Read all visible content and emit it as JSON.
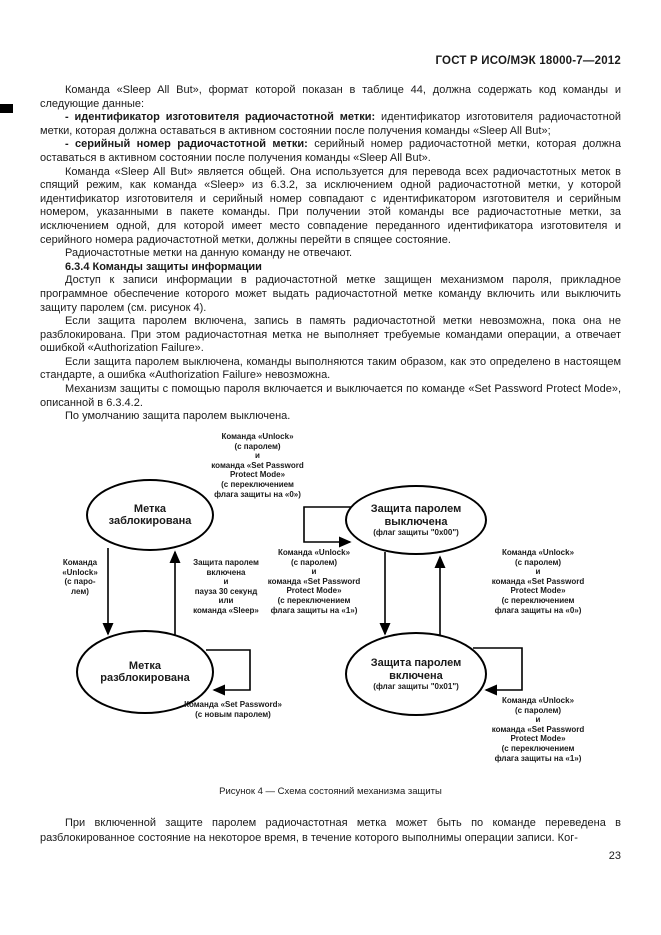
{
  "header": {
    "title": "ГОСТ Р ИСО/МЭК 18000-7—2012"
  },
  "body": {
    "p1": "Команда «Sleep All But», формат которой показан в таблице 44, должна содержать код команды и следующие данные:",
    "p2_bold": "- идентификатор изготовителя радиочастотной метки:",
    "p2_rest": " идентификатор изготовителя радиочастотной метки, которая должна оставаться в активном состоянии после получения команды «Sleep All But»;",
    "p3_bold": "- серийный номер радиочастотной метки:",
    "p3_rest": " серийный номер радиочастотной метки, которая должна оставаться в активном состоянии после получения команды «Sleep All But».",
    "p4": "Команда «Sleep All But» является общей. Она используется для перевода всех радиочастотных меток в спящий режим, как команда «Sleep» из 6.3.2, за исключением одной радиочастотной метки, у которой идентификатор изготовителя и серийный номер совпадают с идентификатором изготовителя и серийным номером, указанными в пакете команды. При получении этой команды все радиочастотные метки, за исключением одной, для которой имеет место совпадение переданного идентификатора изготовителя и серийного номера радиочастотной метки, должны перейти в спящее состояние.",
    "p5": "Радиочастотные метки на данную команду не отвечают.",
    "heading_634": "6.3.4 Команды защиты информации",
    "p6": "Доступ к записи информации в радиочастотной метке защищен механизмом пароля, прикладное программное обеспечение которого может выдать радиочастотной метке команду включить или выключить защиту паролем (см. рисунок 4).",
    "p7": "Если защита паролем включена, запись в память радиочастотной метки невозможна, пока она не разблокирована. При этом радиочастотная метка не выполняет требуемые командами операции, а отвечает ошибкой «Authorization Failure».",
    "p8": "Если защита паролем выключена, команды выполняются таким образом, как это определено в настоящем стандарте, а ошибка «Authorization Failure» невозможна.",
    "p9": "Механизм защиты с помощью пароля включается и выключается по команде «Set Password Protect Mode», описанной в 6.3.4.2.",
    "p10": "По умолчанию защита паролем выключена."
  },
  "figure": {
    "caption": "Рисунок 4 — Схема состояний механизма защиты",
    "state_locked": "Метка\nзаблокирована",
    "state_unlocked": "Метка\nразблокирована",
    "state_prot_off_title": "Защита паролем\nвыключена",
    "state_prot_off_flag": "(флаг защиты \"0x00\")",
    "state_prot_on_title": "Защита паролем\nвключена",
    "state_prot_on_flag": "(флаг защиты \"0x01\")",
    "label_loop_off": "Команда «Unlock»\n(с паролем)\nи\nкоманда «Set Password\nProtect Mode»\n(с переключением\nфлага защиты на «0»)",
    "label_unlock": "Команда\n«Unlock»\n(с паро-\nлем)",
    "label_relock": "Защита паролем\nвключена\nи\nпауза 30 секунд\nили\nкоманда «Sleep»",
    "label_off_to_on": "Команда «Unlock»\n(с паролем)\nи\nкоманда «Set Password\nProtect Mode»\n(с переключением\nфлага защиты на «1»)",
    "label_on_to_off": "Команда «Unlock»\n(с паролем)\nи\nкоманда «Set Password\nProtect Mode»\n(с переключением\nфлага защиты на «0»)",
    "label_setpwd": "Команда «Set Password»\n(с новым паролем)",
    "label_loop_on": "Команда «Unlock»\n(с паролем)\nи\nкоманда «Set Password\nProtect Mode»\n(с переключением\nфлага защиты на «1»)"
  },
  "footer": {
    "p": "При включенной защите паролем радиочастотная метка может быть по команде переведена в разблокированное состояние на некоторое время, в течение которого выполнимы операции записи. Ког-",
    "page_number": "23"
  }
}
